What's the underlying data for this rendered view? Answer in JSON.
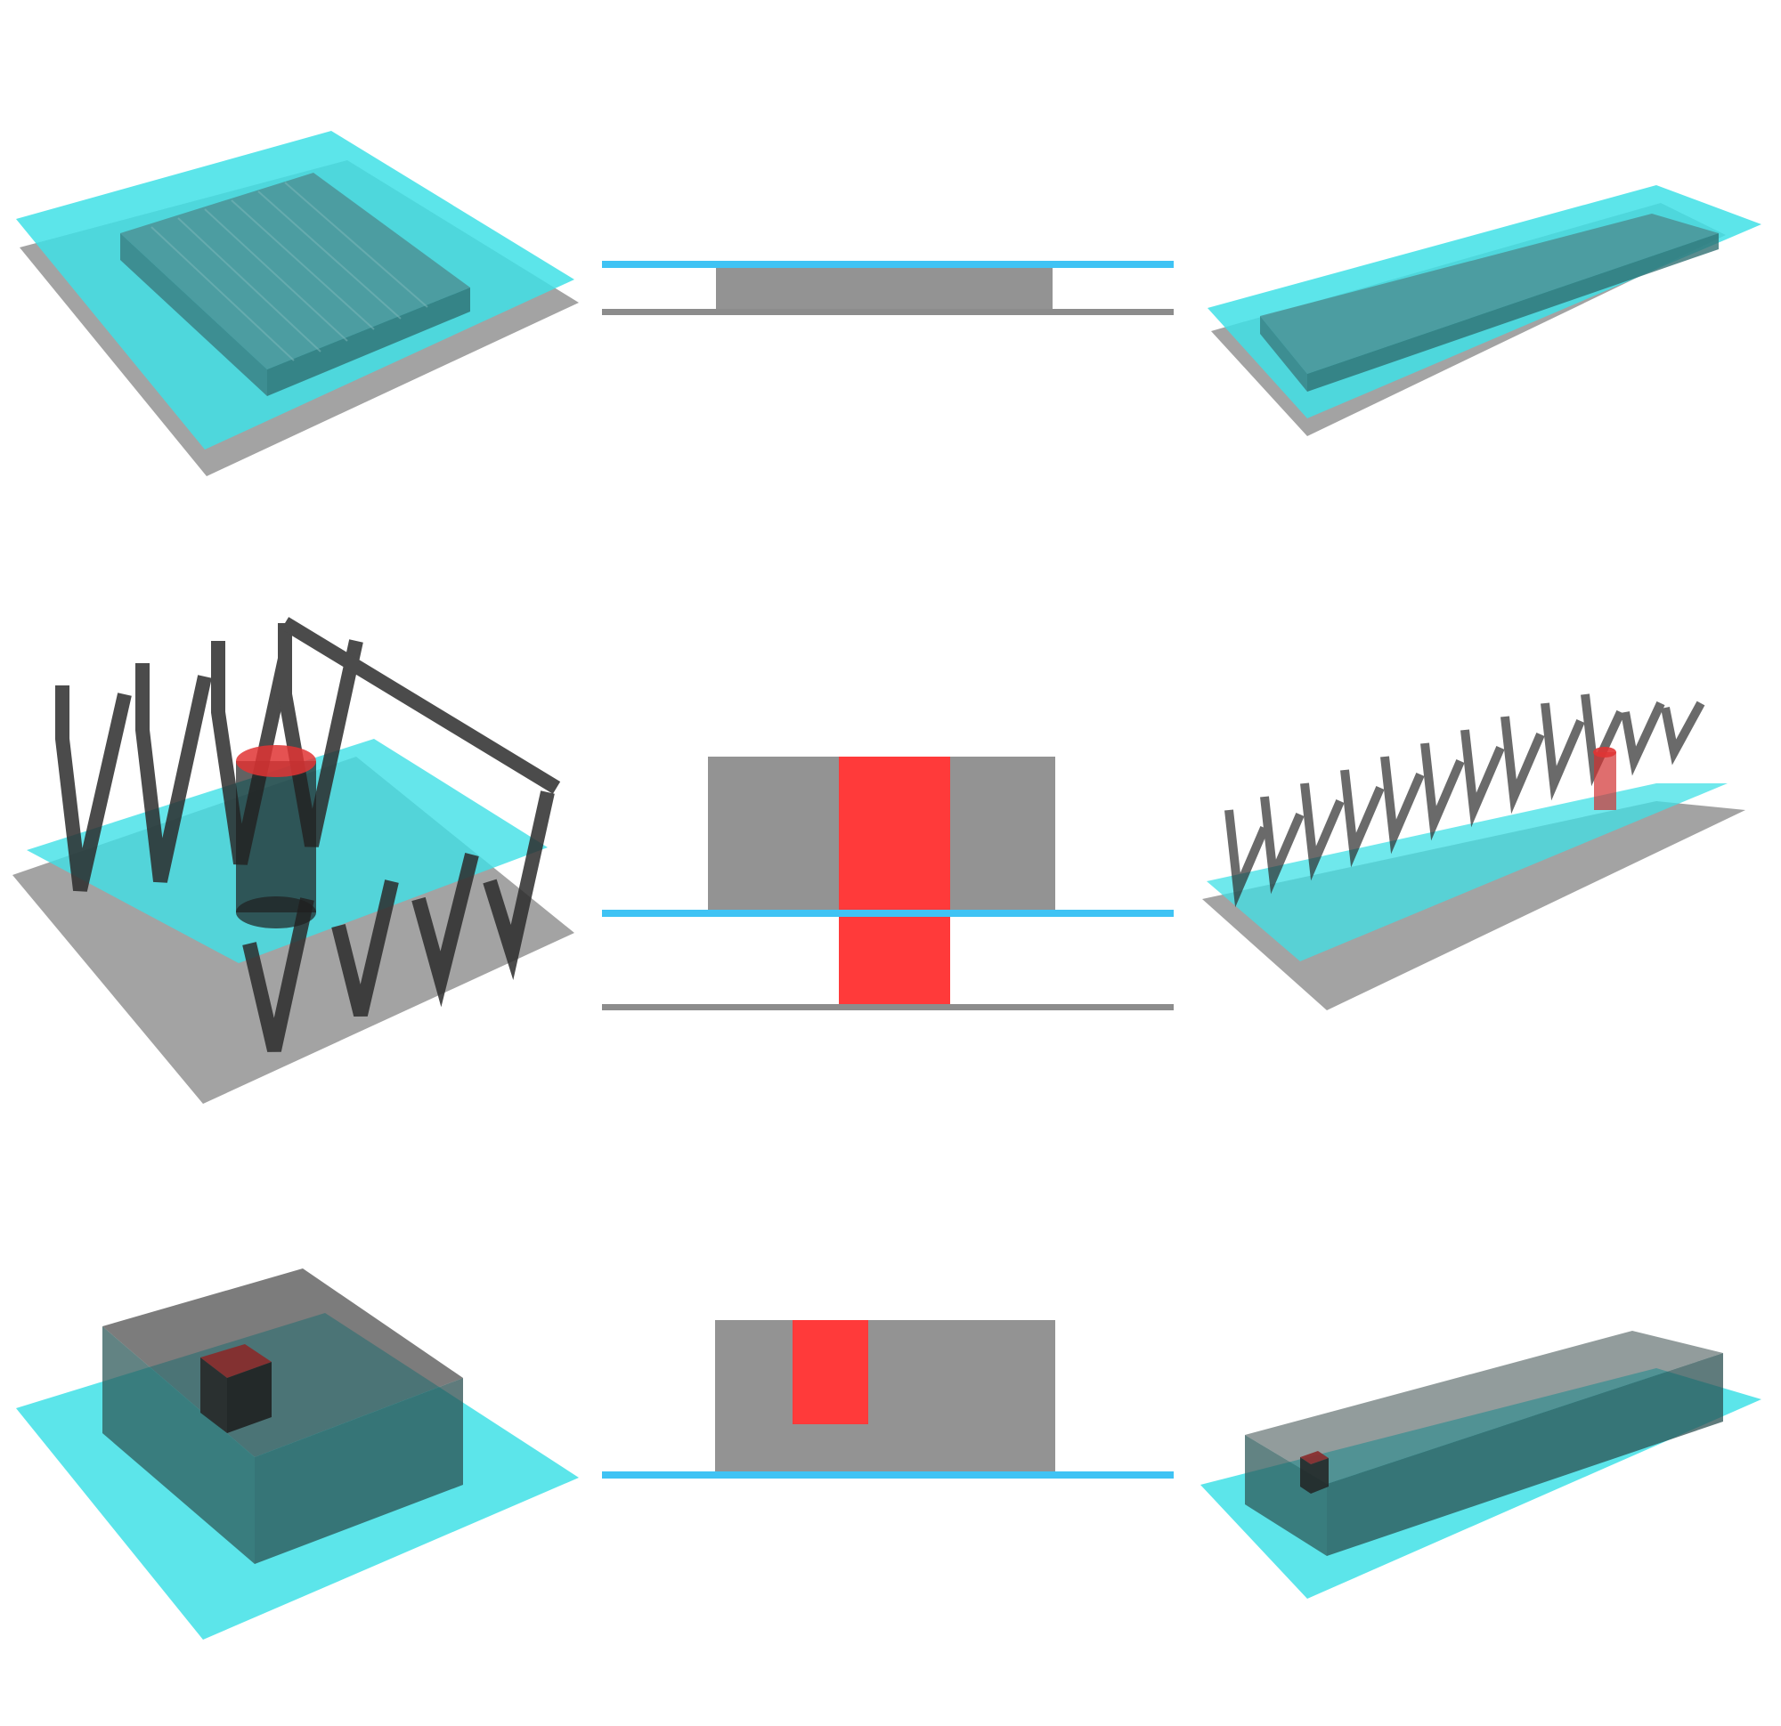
{
  "figure": {
    "rows": [
      {
        "name": "thin-film-layer"
      },
      {
        "name": "folded-fin-with-cylinder"
      },
      {
        "name": "enclosure-with-block"
      }
    ],
    "columns": [
      "isometric-square",
      "cross-section",
      "isometric-elongated"
    ]
  },
  "colors": {
    "glass_cyan": "#3fe0e6",
    "glass_cyan_dark": "#2aaeb4",
    "plate_gray": "#8c8c8c",
    "section_gray": "#939393",
    "section_blue": "#3fc3f4",
    "insert_red": "#ff3a3a",
    "fin_dark": "#2c2c2c",
    "background": "#ffffff"
  }
}
